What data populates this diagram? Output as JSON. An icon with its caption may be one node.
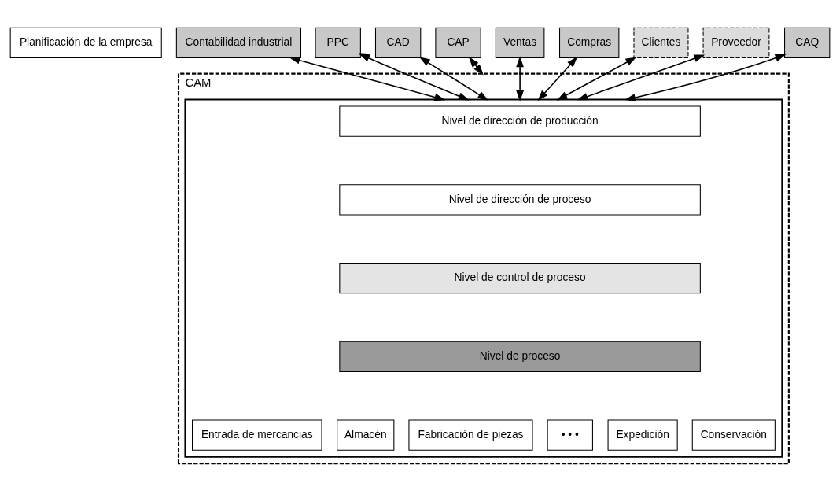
{
  "diagram": {
    "nodes": [
      {
        "text": [
          "Planificación de la empresa"
        ]
      },
      {
        "text": [
          "Contabilidad industrial"
        ]
      },
      {
        "text": [
          "PPC"
        ]
      },
      {
        "text": [
          "CAD"
        ]
      },
      {
        "text": [
          "CAP"
        ]
      },
      {
        "text": [
          "CAM"
        ]
      },
      {
        "text": [],
        "shape": "box",
        "in": 5
      },
      {
        "text": [
          "Nivel de dirección de producción"
        ],
        "in": 6
      },
      {
        "text": [
          "Nivel de dirección de proceso"
        ],
        "in": 6
      },
      {
        "text": [
          "Nivel de control de proceso"
        ],
        "in": 6
      },
      {
        "text": [
          "Nivel de proceso"
        ],
        "in": 6
      },
      {
        "text": [
          "Entrada de mercancias"
        ],
        "in": 6
      },
      {
        "text": [
          "Almacén"
        ],
        "in": 6
      },
      {
        "text": [
          "Fabricación de piezas"
        ],
        "in": 6
      },
      {
        "text": [
          "• • •"
        ],
        "in": 6
      },
      {
        "text": [
          "Expedición"
        ],
        "in": 6
      },
      {
        "text": [
          "Conservación"
        ],
        "in": 6
      },
      {
        "text": [
          "Ventas"
        ]
      },
      {
        "text": [
          "Compras"
        ]
      },
      {
        "text": [
          "Clientes"
        ]
      },
      {
        "text": [
          "Proveedor"
        ]
      },
      {
        "text": [
          "CAQ"
        ]
      }
    ],
    "edges": [
      {
        "from": 1,
        "to": 6,
        "arrow": "both"
      },
      {
        "from": 2,
        "to": 6,
        "arrow": "both"
      },
      {
        "from": 3,
        "to": 6,
        "arrow": "both"
      },
      {
        "from": 5,
        "to": 4,
        "arrow": "both"
      },
      {
        "from": 17,
        "to": 6,
        "arrow": "both"
      },
      {
        "from": 18,
        "to": 6,
        "arrow": "both"
      },
      {
        "from": 19,
        "to": 6,
        "arrow": "both"
      },
      {
        "from": 20,
        "to": 6,
        "arrow": "both"
      },
      {
        "from": 6,
        "to": 21,
        "arrow": "both"
      }
    ]
  }
}
